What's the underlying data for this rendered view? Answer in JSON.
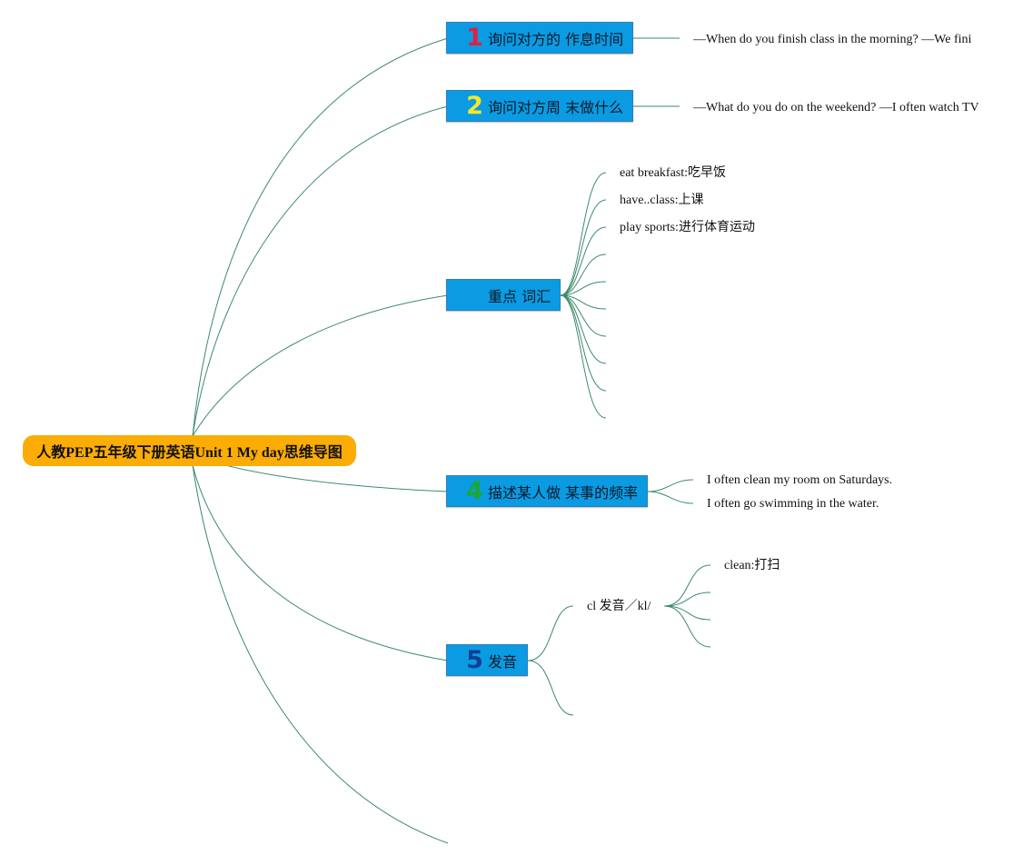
{
  "root": {
    "label": "人教PEP五年级下册英语Unit 1 My day思维导图"
  },
  "topics": [
    {
      "number": "1",
      "label": "询问对方的 作息时间",
      "color": "#e0213f",
      "leaves": [
        "—When do you finish class in the morning? —We fini"
      ]
    },
    {
      "number": "2",
      "label": "询问对方周 末做什么",
      "color": "#f5e62c",
      "leaves": [
        "—What do you do on the weekend? —I often watch TV"
      ]
    },
    {
      "number": "",
      "label": "重点 词汇",
      "leaves": [
        "eat breakfast:吃早饭",
        "have..class:上课",
        "play sports:进行体育运动"
      ]
    },
    {
      "number": "4",
      "label": "描述某人做 某事的频率",
      "color": "#1aa832",
      "leaves": [
        "I often clean my room on Saturdays.",
        "I often go swimming in the water."
      ]
    },
    {
      "number": "5",
      "label": "发音",
      "color": "#123e93",
      "subtopic": "cl 发音／kl/",
      "leaves": [
        "clean:打扫"
      ]
    }
  ],
  "colors": {
    "root": "#fbac05",
    "topic": "#0a9be2",
    "connector": "#3d8a6a"
  }
}
